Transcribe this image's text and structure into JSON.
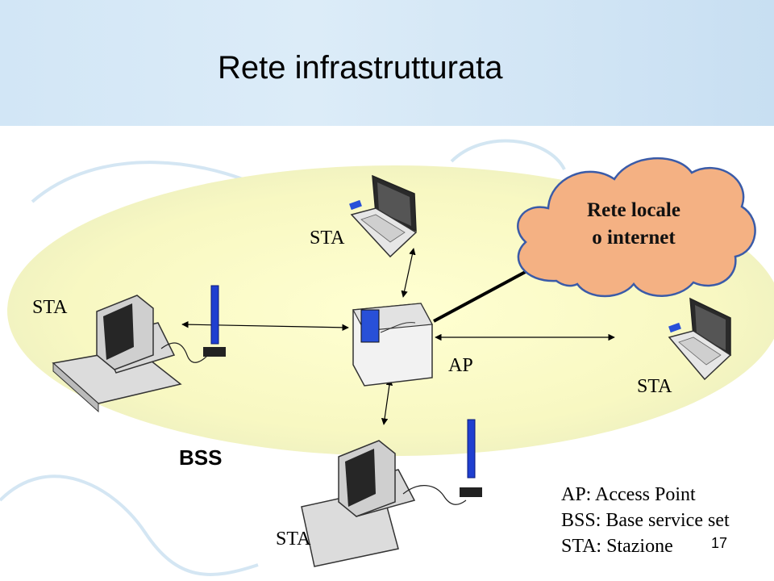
{
  "title": "Rete infrastrutturata",
  "cloud": {
    "line1": "Rete locale",
    "line2": "o internet"
  },
  "labels": {
    "sta_top": "STA",
    "sta_left": "STA",
    "sta_right": "STA",
    "sta_bottom": "STA",
    "ap": "AP",
    "bss": "BSS"
  },
  "legend": [
    "AP:   Access Point",
    "BSS: Base service set",
    "STA: Stazione"
  ],
  "page_number": "17",
  "colors": {
    "title_band": "#d2e6f6",
    "bss_area": "#fbfbc8",
    "cloud_fill": "#f4b183",
    "cloud_stroke": "#3a5ba8",
    "antenna": "#1f3fd0"
  }
}
